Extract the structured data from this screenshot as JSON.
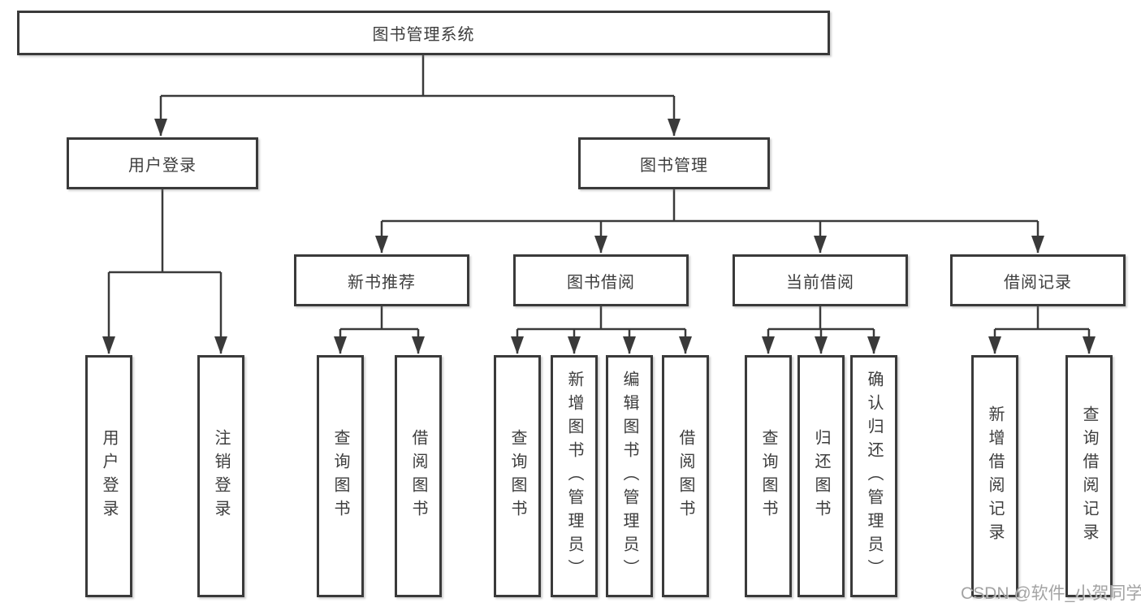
{
  "diagram": {
    "title": "图书管理系统",
    "tree": {
      "root": {
        "label": "图书管理系统",
        "children": [
          {
            "label": "用户登录",
            "children": [
              {
                "label": "用户登录"
              },
              {
                "label": "注销登录"
              }
            ]
          },
          {
            "label": "图书管理",
            "children": [
              {
                "label": "新书推荐",
                "children": [
                  {
                    "label": "查询图书"
                  },
                  {
                    "label": "借阅图书"
                  }
                ]
              },
              {
                "label": "图书借阅",
                "children": [
                  {
                    "label": "查询图书"
                  },
                  {
                    "label": "新增图书（管理员）"
                  },
                  {
                    "label": "编辑图书（管理员）"
                  },
                  {
                    "label": "借阅图书"
                  }
                ]
              },
              {
                "label": "当前借阅",
                "children": [
                  {
                    "label": "查询图书"
                  },
                  {
                    "label": "归还图书"
                  },
                  {
                    "label": "确认归还（管理员）"
                  }
                ]
              },
              {
                "label": "借阅记录",
                "children": [
                  {
                    "label": "新增借阅记录"
                  },
                  {
                    "label": "查询借阅记录"
                  }
                ]
              }
            ]
          }
        ]
      }
    },
    "watermark": "CSDN @软件_小贺同学",
    "colors": {
      "line": "#3a3a3a",
      "box_border": "#3a3a3a",
      "text": "#3d3d3d",
      "background": "#ffffff",
      "watermark": "#969696"
    }
  }
}
